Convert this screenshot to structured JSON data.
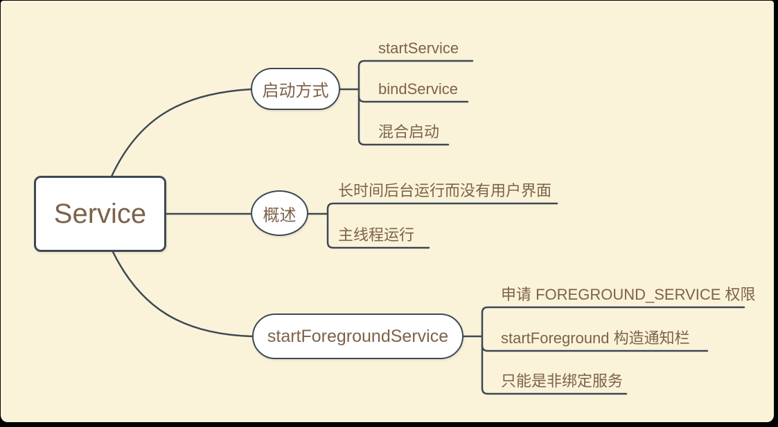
{
  "canvas": {
    "background_color": "#FAF3DA",
    "frame_color": "#000000",
    "line_color": "#3D4852",
    "node_fill_color": "#FFFFFF",
    "text_color": "#7D6249"
  },
  "mindmap": {
    "root": {
      "label": "Service"
    },
    "branches": [
      {
        "label": "启动方式",
        "children": [
          {
            "label": "startService"
          },
          {
            "label": "bindService"
          },
          {
            "label": "混合启动"
          }
        ]
      },
      {
        "label": "概述",
        "children": [
          {
            "label": "长时间后台运行而没有用户界面"
          },
          {
            "label": "主线程运行"
          }
        ]
      },
      {
        "label": "startForegroundService",
        "children": [
          {
            "label": "申请 FOREGROUND_SERVICE 权限"
          },
          {
            "label": "startForeground 构造通知栏"
          },
          {
            "label": "只能是非绑定服务"
          }
        ]
      }
    ]
  }
}
